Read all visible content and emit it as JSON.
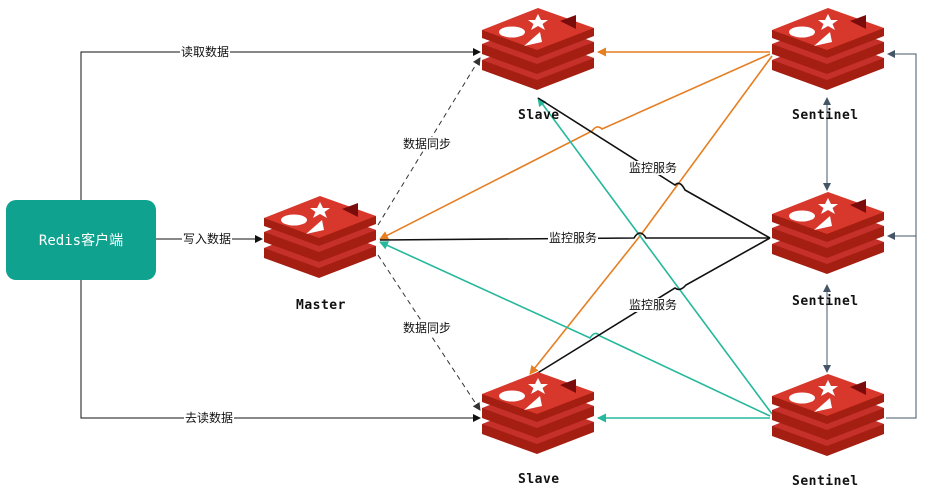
{
  "client": {
    "label": "Redis客户端"
  },
  "nodes": {
    "master": {
      "label": "Master"
    },
    "slave_top": {
      "label": "Slave"
    },
    "slave_bottom": {
      "label": "Slave"
    },
    "sentinel_top": {
      "label": "Sentinel"
    },
    "sentinel_mid": {
      "label": "Sentinel"
    },
    "sentinel_bottom": {
      "label": "Sentinel"
    }
  },
  "edges": {
    "read": "读取数据",
    "write": "写入数据",
    "read_bottom": "去读数据",
    "sync_top": "数据同步",
    "sync_bottom": "数据同步",
    "monitor_top": "监控服务",
    "monitor_mid": "监控服务",
    "monitor_bottom": "监控服务"
  },
  "colors": {
    "client_fill": "#0fa38f",
    "orange": "#e67e22",
    "teal": "#26b89b",
    "black": "#111111",
    "gray": "#333333",
    "redis_red": "#c6302b",
    "redis_dark": "#a41e11"
  }
}
